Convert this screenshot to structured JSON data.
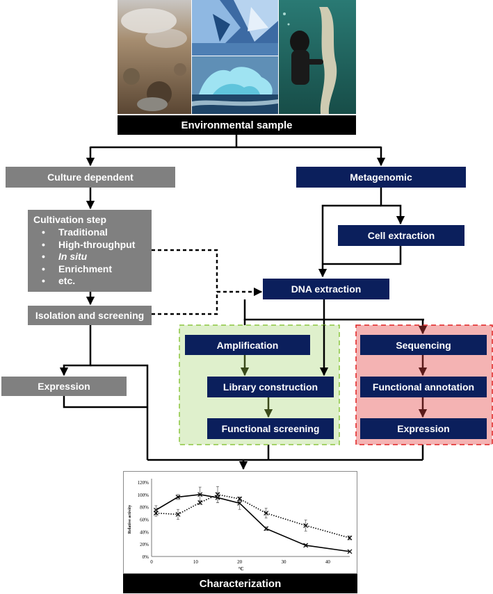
{
  "photos": [
    {
      "name": "hot-spring-photo",
      "colors": [
        "#7a6a58",
        "#a48c6e",
        "#d9d4cc"
      ]
    },
    {
      "name": "glacier-ice-photo",
      "colors": [
        "#2c5a93",
        "#9fc3e8",
        "#e3eef8"
      ]
    },
    {
      "name": "iceberg-photo",
      "colors": [
        "#2f6e9c",
        "#9fe0f0",
        "#1b3d60"
      ]
    },
    {
      "name": "diver-photo",
      "colors": [
        "#1f6a66",
        "#3d8f82",
        "#c9c7b0"
      ]
    }
  ],
  "nodes": {
    "environmental_sample": "Environmental sample",
    "culture_dependent": "Culture dependent",
    "metagenomic": "Metagenomic",
    "cultivation_title": "Cultivation step",
    "cultivation_items": [
      "Traditional",
      "High-throughput",
      "In situ",
      "Enrichment",
      "etc."
    ],
    "cell_extraction": "Cell extraction",
    "dna_extraction": "DNA extraction",
    "isolation_screening": "Isolation and screening",
    "expression_left": "Expression",
    "amplification": "Amplification",
    "library_construction": "Library construction",
    "functional_screening": "Functional screening",
    "sequencing": "Sequencing",
    "functional_annotation": "Functional annotation",
    "expression_right": "Expression",
    "characterization": "Characterization"
  },
  "colors": {
    "gray_box": "#808080",
    "navy_box": "#0b1f5c",
    "green_group": "#dff0cc",
    "green_border": "#8cc63f",
    "red_group": "#f4b3b3",
    "red_border": "#e02020"
  },
  "chart_data": {
    "type": "line",
    "xlabel": "°C",
    "ylabel": "Relative activity",
    "xlim": [
      0,
      45
    ],
    "ylim": [
      0,
      120
    ],
    "x_ticks": [
      0,
      10,
      20,
      30,
      40
    ],
    "y_ticks": [
      "0%",
      "20%",
      "40%",
      "60%",
      "80%",
      "100%",
      "120%"
    ],
    "y_tick_values": [
      0,
      20,
      40,
      60,
      80,
      100,
      120
    ],
    "series": [
      {
        "style": "solid",
        "x": [
          1,
          6,
          11,
          15,
          20,
          26,
          35,
          45
        ],
        "y": [
          75,
          96,
          100,
          95,
          86,
          45,
          18,
          8
        ],
        "err": [
          7,
          4,
          12,
          8,
          10,
          3,
          2,
          1
        ]
      },
      {
        "style": "dotted",
        "x": [
          1,
          6,
          11,
          15,
          20,
          26,
          35,
          45
        ],
        "y": [
          70,
          68,
          87,
          100,
          93,
          70,
          50,
          30
        ],
        "err": [
          5,
          8,
          3,
          13,
          3,
          8,
          9,
          3
        ]
      }
    ]
  }
}
